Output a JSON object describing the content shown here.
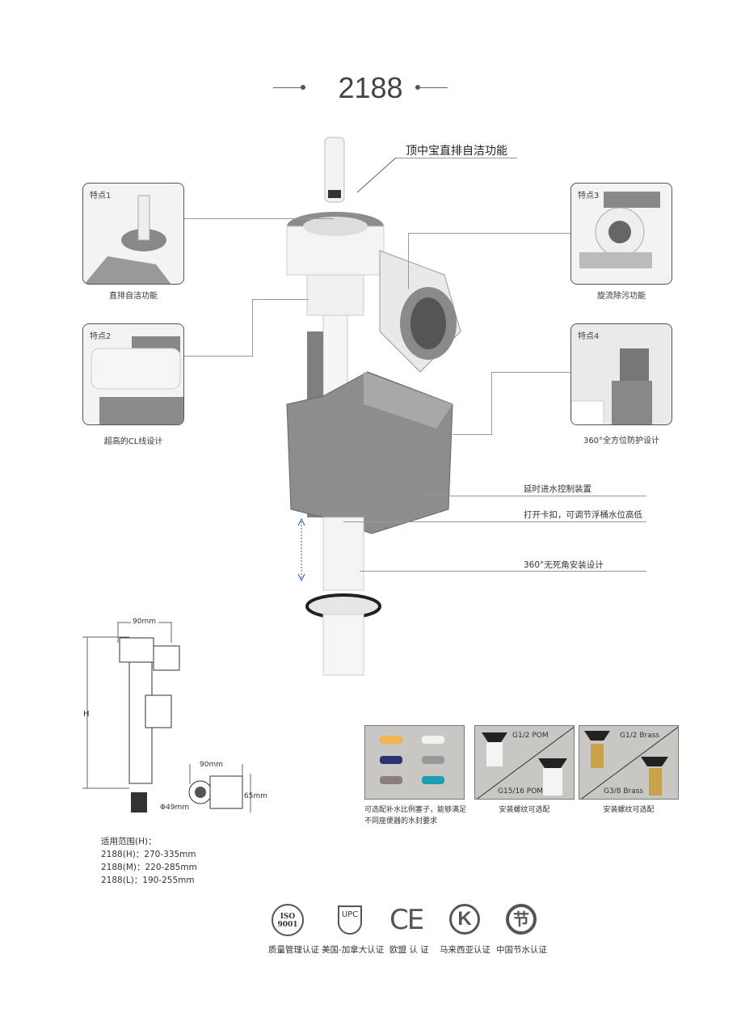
{
  "title": "2188",
  "top_callout": "顶中宝直排自洁功能",
  "features": [
    {
      "tag": "特点1",
      "label": "直排自洁功能"
    },
    {
      "tag": "特点2",
      "label": "超高的CL线设计"
    },
    {
      "tag": "特点3",
      "label": "旋流除污功能"
    },
    {
      "tag": "特点4",
      "label": "360°全方位防护设计"
    }
  ],
  "callouts": [
    "延时进水控制装置",
    "打开卡扣，可调节浮桶水位高低",
    "360°无死角安装设计"
  ],
  "dimensions": {
    "width_top": "90mm",
    "height": "H",
    "width_bottom": "90mm",
    "depth": "65mm",
    "diameter": "Φ49mm"
  },
  "range": {
    "heading": "适用范围(H)：",
    "rows": [
      "2188(H)：270-335mm",
      "2188(M)：220-285mm",
      "2188(L)：190-255mm"
    ]
  },
  "options": [
    {
      "caption": "可选配补水比例塞子，能够满足不同座便器的水封要求"
    },
    {
      "top": "G1/2 POM",
      "bottom": "G15/16 POM",
      "caption": "安装螺纹可选配"
    },
    {
      "top": "G1/2 Brass",
      "bottom": "G3/8 Brass",
      "caption": "安装螺纹可选配"
    }
  ],
  "certifications": [
    {
      "mark": "ISO 9001",
      "label": "质量管理认证"
    },
    {
      "mark": "UPC",
      "label": "美国-加拿大认证"
    },
    {
      "mark": "CE",
      "label": "欧盟 认 证"
    },
    {
      "mark": "K",
      "label": "马来西亚认证"
    },
    {
      "mark": "节",
      "label": "中国节水认证"
    }
  ]
}
